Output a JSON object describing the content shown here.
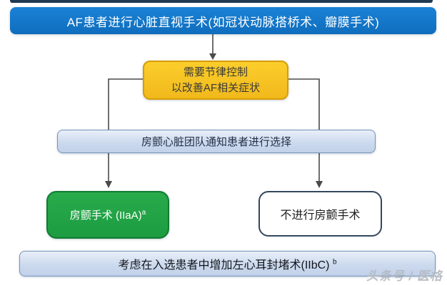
{
  "flowchart": {
    "nodes": {
      "title": {
        "label": "AF患者进行心脏直视手术(如冠状动脉搭桥术、瓣膜手术)"
      },
      "rhythm": {
        "lines": [
          "需要节律控制",
          "以改善AF相关症状"
        ]
      },
      "team": {
        "label": "房颤心脏团队通知患者进行选择"
      },
      "af_surgery": {
        "label": "房颤手术 (IIaA)",
        "sup": "a"
      },
      "no_surgery": {
        "label": "不进行房颤手术"
      },
      "laao": {
        "label": "考虑在入选患者中增加左心耳封堵术(IIbC)",
        "sup": "b"
      }
    },
    "colors": {
      "page_bg": "#ffffff",
      "blue": "#0f6dbd",
      "blue_light": "#1b82d6",
      "yellow": "#f1b91c",
      "yellow_light": "#fbce2b",
      "yellow_border": "#d79c06",
      "lightblue": "#ccdaee",
      "lightblue_border": "#7494bd",
      "green": "#1d9c41",
      "green_light": "#28ab4b",
      "green_border": "#0f7c31",
      "white_border": "#33475e",
      "arrow": "#4a4a4a",
      "strip": "#203a52",
      "watermark": "#b3b9c2"
    }
  },
  "watermark": {
    "label": "头条号 / 医格"
  }
}
